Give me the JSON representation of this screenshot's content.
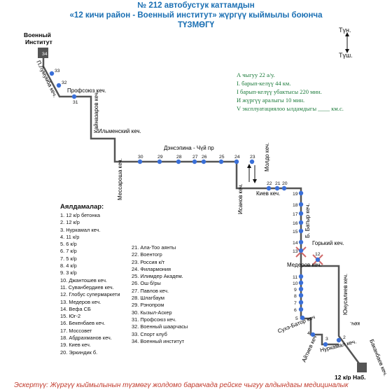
{
  "header": {
    "line1": "№ 212 автобустук каттамдын",
    "line2": "«12 кичи район - Военный институт» жүргүү кыймылы боюнча",
    "line3": "ТҮЗМӨГҮ"
  },
  "compass": {
    "north": "Түн.",
    "south": "Түш."
  },
  "info": {
    "line1": "А чыгуу 22 а/у.",
    "line2": "І. барып-келүү 44 км.",
    "line3": "І барып-келүү убактысы 220 мин.",
    "line4": "И жүргүү аралыгы 10 мин.",
    "line5": "V эксплуатациялоо ылдамдыгы ____ км.с."
  },
  "terminals": {
    "start": "Военный Институт",
    "end": "12 к/р Наб."
  },
  "street_labels": {
    "lumumba": "П.Лумумба кеч.",
    "profsoyuz": "Профсоюз кеч.",
    "kainazarov": "Кайназаров кеч.",
    "ilmensky": "Ильменский кеч.",
    "messarosh": "Мессароша кеч.",
    "dzerzhinsky": "Дэнсэпина - Чүй пр",
    "moldo": "Молдо кеч.",
    "isanov": "Исанов кеч.",
    "kiev": "Киев кеч.",
    "batyr": "Б. Батыр кеч.",
    "gorky": "Горький кеч.",
    "mederov": "Медеров кеч.",
    "yunusaliev": "Юнусалиев кеч.",
    "sukhebator": "Сухэ-Батор кеч",
    "aitiev": "Айтиев кеч",
    "nurkamal": "Нуркамал кеч.",
    "bakanbaev": "Баканбаев кеч.",
    "right_cut": "кеч."
  },
  "stop_numbers": [
    "1",
    "2",
    "3",
    "4",
    "5",
    "6",
    "7",
    "8",
    "9",
    "10",
    "11",
    "12",
    "13",
    "14",
    "15",
    "16",
    "17",
    "18",
    "19",
    "20",
    "21",
    "22",
    "23",
    "24",
    "25",
    "26",
    "27",
    "28",
    "29",
    "30",
    "31",
    "32",
    "33",
    "34"
  ],
  "stops_title": "Аялдамалар:",
  "stops": [
    "1. 12 к/р бетонка",
    "2. 12 к/р",
    "3. Нуркамал кеч.",
    "4. 11 к/р",
    "5. 6 к/р",
    "6. 7 к/р",
    "7. 5 к/р",
    "8. 4 к/р",
    "9. 3 к/р",
    "10. Джантошев кеч.",
    "11. Суванбердиев кеч.",
    "12. Глобус супермаркети",
    "13. Медеров кеч.",
    "14. Вефа СБ",
    "15. Юг-2",
    "16. Бекенбаев кеч.",
    "17. Моссовет",
    "18. Абдрахманов кеч.",
    "19. Киев кеч.",
    "20. Эркиндик б.",
    "21. Ала-Тоо аянты",
    "22. Воентогр",
    "23. Россия к/т",
    "24. Филармония",
    "25. Илимдер Академ.",
    "26. Ош б/ры",
    "27. Павлов кеч.",
    "28. Шлагбаум",
    "29. Рэнопром",
    "30. Кызыл-Аскер",
    "31. Профсоюз кеч.",
    "32. Военный шаарчасы",
    "33. Спорт клуб",
    "34. Военный институт"
  ],
  "footer": "Эскертүү: Жүргүү кыймылынын түзмөгү жолдомо баракчада рейске чыгуу алдындагы медициналык",
  "colors": {
    "route": "#555555",
    "stop": "#3a6fd8",
    "header": "#1a6fb3",
    "info": "#1b7a3a",
    "closed": "#d06a6a",
    "terminal": "#555555"
  }
}
